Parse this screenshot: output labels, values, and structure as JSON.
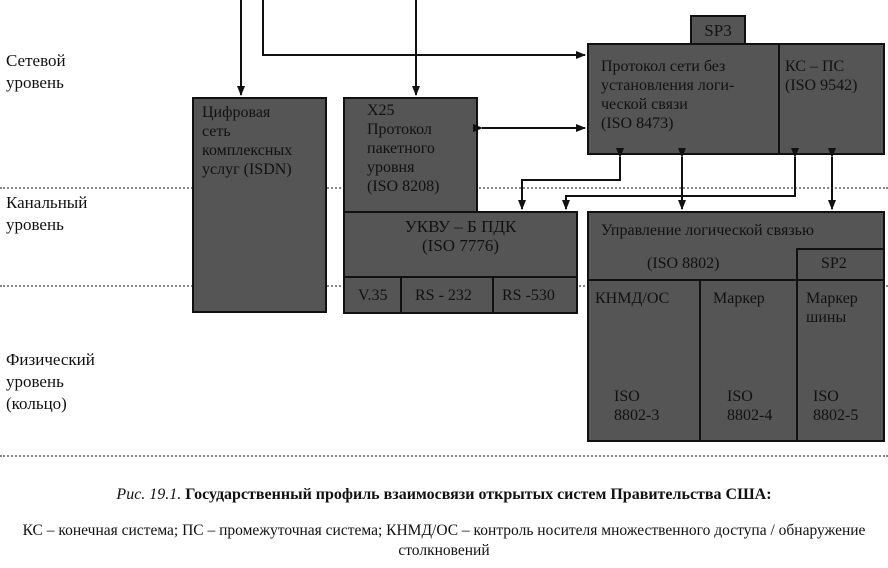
{
  "levels": {
    "network": [
      "Сетевой",
      "уровень"
    ],
    "link": [
      "Канальный",
      "уровень"
    ],
    "physical": [
      "Физический",
      "уровень",
      "(кольцо)"
    ]
  },
  "boxes": {
    "isdn": [
      "Цифровая",
      "сеть",
      "комплексных",
      "услуг (ISDN)"
    ],
    "x25": [
      "X25",
      "Протокол",
      "пакетного",
      "уровня",
      "(ISO 8208)"
    ],
    "ukvu": [
      "УКВУ – Б ПДК",
      "(ISO 7776)"
    ],
    "v35": "V.35",
    "rs232": "RS - 232",
    "rs530": "RS -530",
    "sp3": "SP3",
    "connectionless": [
      "Протокол сети без",
      "установления логи-",
      "ческой связи",
      "(ISO 8473)"
    ],
    "es_is": [
      "КС – ПС",
      "(ISO 9542)"
    ],
    "llc": "Управление логической связью",
    "llc_iso": "(ISO 8802)",
    "sp2": "SP2",
    "csma": {
      "label": "КНМД/ОС",
      "iso": [
        "ISO",
        "8802-3"
      ]
    },
    "token": {
      "label": "Маркер",
      "iso": [
        "ISO",
        "8802-4"
      ]
    },
    "token_bus": {
      "label": [
        "Маркер",
        "шины"
      ],
      "iso": [
        "ISO",
        "8802-5"
      ]
    }
  },
  "caption": {
    "fig": "Рис. 19.1.",
    "title": "Государственный профиль взаимосвязи открытых систем Правительства США:",
    "legend": "КС – конечная система; ПС – промежуточная система; КНМД/ОС – контроль носителя множественного доступа / обнаружение столкновений"
  }
}
